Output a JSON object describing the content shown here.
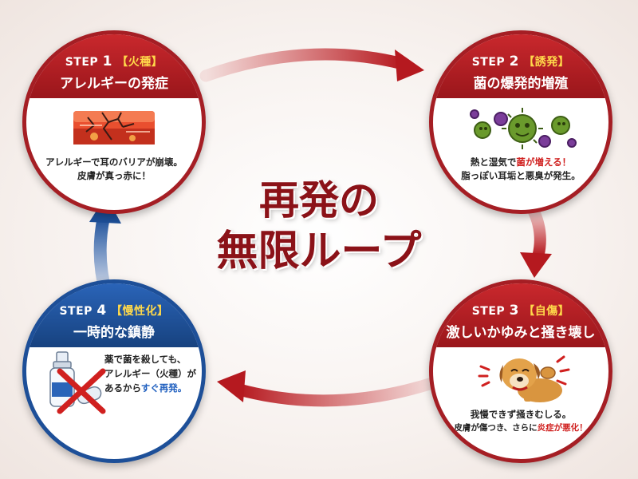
{
  "center_title": {
    "line1": "再発の",
    "line2": "無限ループ"
  },
  "steps": [
    {
      "step_label": "STEP",
      "num": "1",
      "keyword": "【火種】",
      "title": "アレルギーの発症",
      "desc_line1": "アレルギーで耳のバリアが崩壊。",
      "desc_line2": "皮膚が真っ赤に！",
      "illustration": "cracked-red-skin"
    },
    {
      "step_label": "STEP",
      "num": "2",
      "keyword": "【誘発】",
      "title": "菌の爆発的増殖",
      "desc_line1_pre": "熱と湿気で",
      "desc_line1_hl": "菌が増える！",
      "desc_line2": "脂っぽい耳垢と悪臭が発生。",
      "illustration": "germs"
    },
    {
      "step_label": "STEP",
      "num": "3",
      "keyword": "【自傷】",
      "title": "激しいかゆみと掻き壊し",
      "desc_line1": "我慢できず掻きむしる。",
      "desc_line2_pre": "皮膚が傷つき、さらに",
      "desc_line2_hl": "炎症が悪化！",
      "illustration": "scratching-dog"
    },
    {
      "step_label": "STEP",
      "num": "4",
      "keyword": "【慢性化】",
      "title": "一時的な鎮静",
      "desc_line1": "薬で菌を殺しても、",
      "desc_line2": "アレルギー（火種）が",
      "desc_line3_pre": "あるから",
      "desc_line3_hl": "すぐ再発。",
      "illustration": "medicine-bottle-crossed"
    }
  ],
  "colors": {
    "red": "#a51e24",
    "blue": "#1d4f98",
    "highlight_red": "#d0201f",
    "highlight_blue": "#1f5fbf",
    "keyword": "#ffd94a",
    "title": "#8b1218"
  }
}
